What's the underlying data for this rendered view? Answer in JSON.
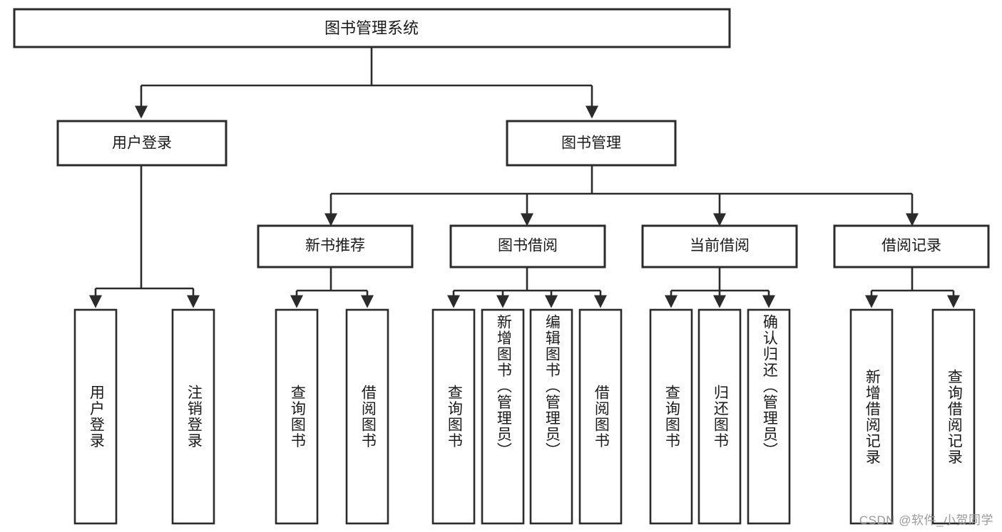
{
  "diagram": {
    "type": "tree",
    "title": "图书管理系统",
    "orientation": "top-down",
    "watermark": "CSDN @软件_小贺同学",
    "colors": {
      "stroke": "#2b2b2b",
      "fill": "#ffffff",
      "background": "#ffffff",
      "text": "#1a1a1a",
      "watermark_text": "#9a9a9a"
    },
    "nodes": {
      "root": {
        "label": "图书管理系统"
      },
      "level2": [
        {
          "id": "user-login",
          "label": "用户登录"
        },
        {
          "id": "book-management",
          "label": "图书管理"
        }
      ],
      "level3": [
        {
          "id": "new-book-recommend",
          "label": "新书推荐"
        },
        {
          "id": "book-borrow",
          "label": "图书借阅"
        },
        {
          "id": "current-borrow",
          "label": "当前借阅"
        },
        {
          "id": "borrow-record",
          "label": "借阅记录"
        }
      ],
      "leaves": {
        "user-login": [
          {
            "id": "leaf-user-login",
            "label": "用户登录"
          },
          {
            "id": "leaf-logout",
            "label": "注销登录"
          }
        ],
        "new-book-recommend": [
          {
            "id": "leaf-query-book-1",
            "label": "查询图书"
          },
          {
            "id": "leaf-borrow-book-1",
            "label": "借阅图书"
          }
        ],
        "book-borrow": [
          {
            "id": "leaf-query-book-2",
            "label": "查询图书"
          },
          {
            "id": "leaf-add-book",
            "label": "新增图书（管理员）"
          },
          {
            "id": "leaf-edit-book",
            "label": "编辑图书（管理员）"
          },
          {
            "id": "leaf-borrow-book-2",
            "label": "借阅图书"
          }
        ],
        "current-borrow": [
          {
            "id": "leaf-query-book-3",
            "label": "查询图书"
          },
          {
            "id": "leaf-return-book",
            "label": "归还图书"
          },
          {
            "id": "leaf-confirm-return",
            "label": "确认归还（管理员）"
          }
        ],
        "borrow-record": [
          {
            "id": "leaf-add-record",
            "label": "新增借阅记录"
          },
          {
            "id": "leaf-query-record",
            "label": "查询借阅记录"
          }
        ]
      }
    }
  }
}
